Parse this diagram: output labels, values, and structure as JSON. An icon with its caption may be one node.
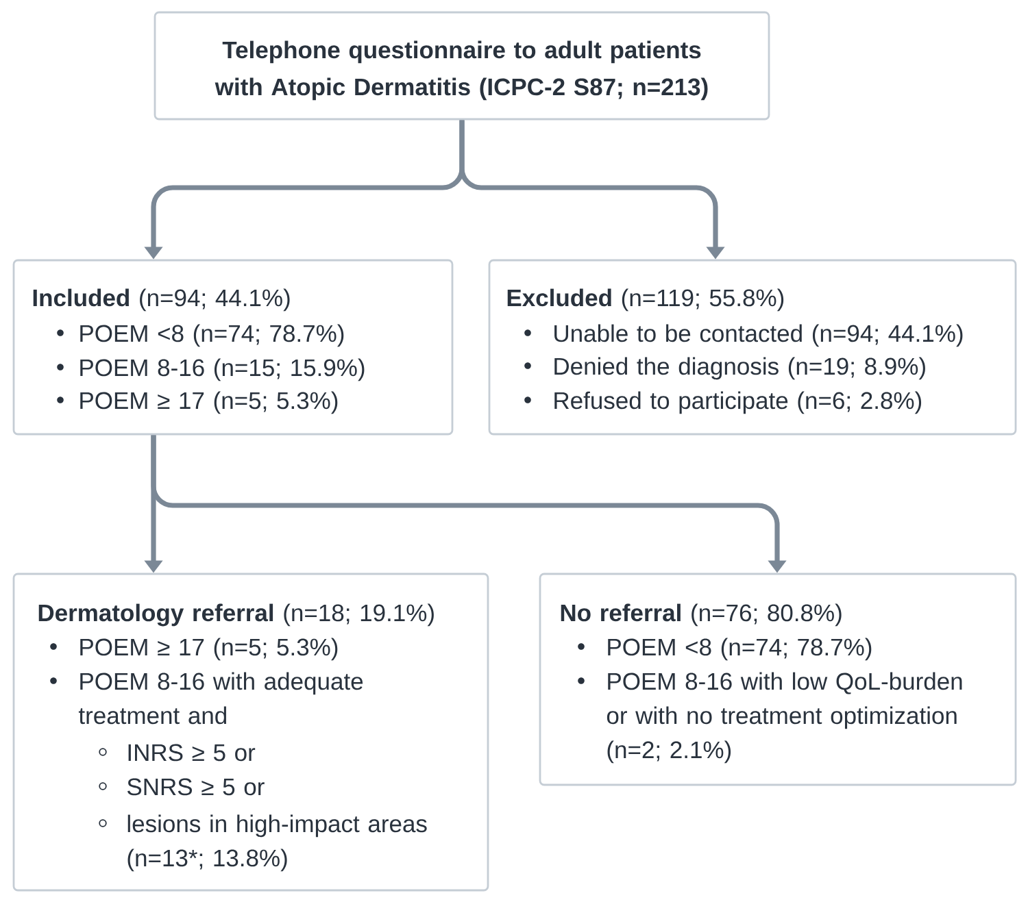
{
  "diagram": {
    "nodes": [
      {
        "text": [
          "Telephone questionnaire to adult patients with Atopic Dermatitis (ICPC-2 S87; n=213)"
        ]
      },
      {
        "text": [
          "**Included** (n=94; 44.1%)",
          "POEM <8 (n=74; 78.7%)",
          "POEM 8-16 (n=15; 15.9%)",
          "POEM ≥ 17 (n=5; 5.3%)"
        ]
      },
      {
        "text": [
          "**Excluded** (n=119; 55.8%)",
          "Unable to be contacted (n=94; 44.1%)",
          "Denied the diagnosis (n=19; 8.9%)",
          "Refused to participate (n=6; 2.8%)"
        ]
      },
      {
        "text": [
          "**Dermatology referral** (n=18; 19.1%)",
          "POEM ≥ 17 (n=5; 5.3%)",
          "POEM 8-16 with adequate treatment and",
          "INRS ≥ 5 or",
          "SNRS ≥ 5 or",
          "lesions in high-impact areas (n=13*; 13.8%)"
        ]
      },
      {
        "text": [
          "**No referral** (n=76; 80.8%)",
          "POEM <8 (n=74; 78.7%)",
          "POEM 8-16 with low QoL-burden or with no treatment optimization (n=2; 2.1%)"
        ]
      }
    ],
    "edges": [
      {
        "from": 0,
        "to": 1,
        "arrow": "to"
      },
      {
        "from": 0,
        "to": 2,
        "arrow": "to"
      },
      {
        "from": 1,
        "to": 3,
        "arrow": "to"
      },
      {
        "from": 1,
        "to": 4,
        "arrow": "to"
      }
    ]
  }
}
